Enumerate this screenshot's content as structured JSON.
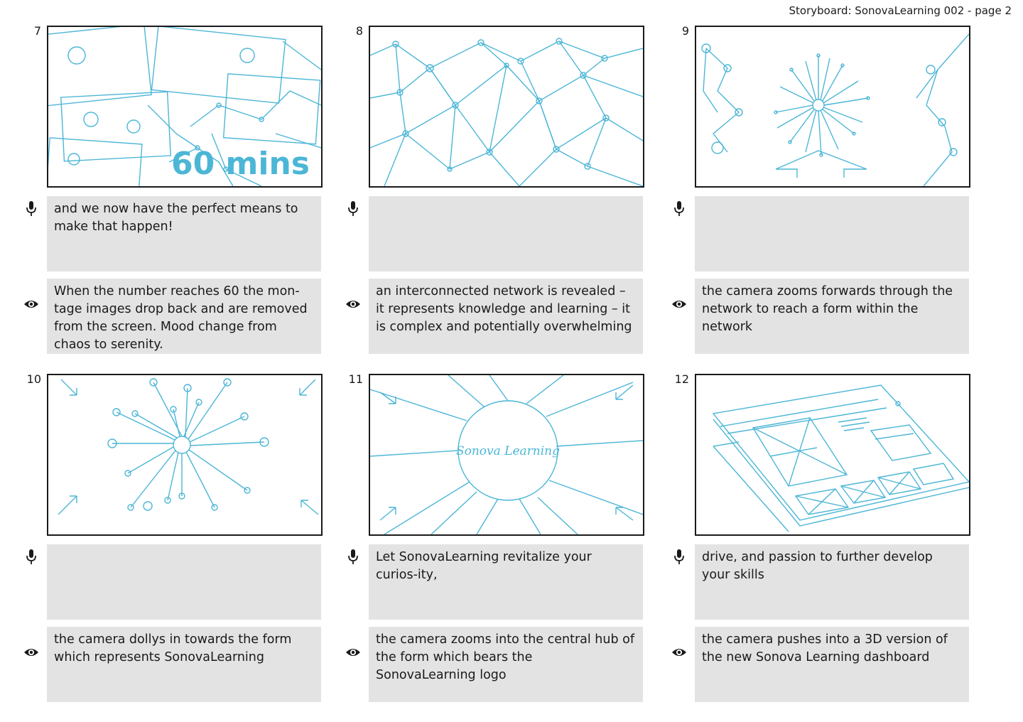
{
  "header": {
    "title": "Storyboard: SonovaLearning 002 - page 2"
  },
  "panels": [
    {
      "number": "7",
      "frame_text": "60 mins",
      "voice": "and we now have the perfect means to make that happen!",
      "visual": "When the number reaches 60 the mon-tage images drop back and are removed from the screen. Mood change from chaos to serenity."
    },
    {
      "number": "8",
      "voice": "",
      "visual": "an interconnected network is revealed – it represents knowledge and learning – it is complex and potentially overwhelming"
    },
    {
      "number": "9",
      "voice": "",
      "visual": "the camera zooms forwards through the network to reach a form within the network"
    },
    {
      "number": "10",
      "voice": "",
      "visual": "the camera dollys in towards the form which represents SonovaLearning"
    },
    {
      "number": "11",
      "voice": "Let SonovaLearning revitalize your curios-ity,",
      "visual": "the camera zooms into the central hub of the form which bears the SonovaLearning logo"
    },
    {
      "number": "12",
      "voice": "drive, and passion to further develop your skills",
      "visual": "the camera pushes into a 3D version of the new Sonova Learning dashboard"
    }
  ],
  "colors": {
    "sketch": "#4cb6d6",
    "row_bg": "#e3e3e3",
    "frame_border": "#1a1a1a"
  },
  "icons": {
    "voice": "microphone-icon",
    "visual": "eye-icon"
  }
}
